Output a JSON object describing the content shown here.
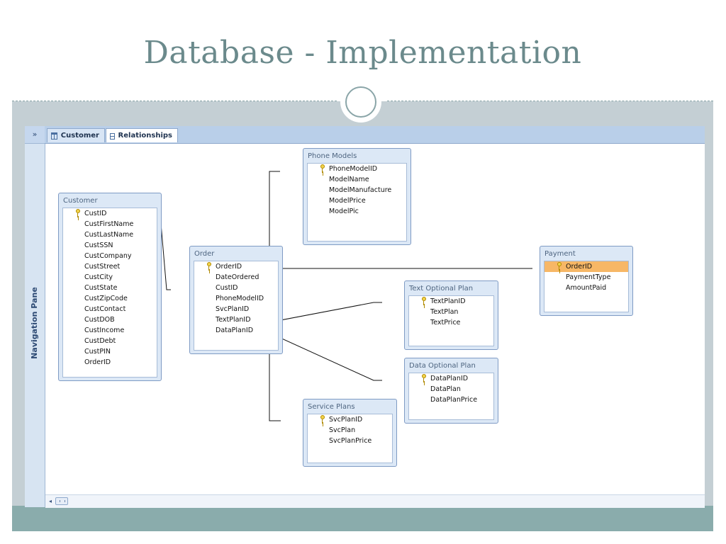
{
  "slide": {
    "title": "Database - Implementation"
  },
  "app": {
    "nav_toggle": "»",
    "nav_label": "Navigation Pane",
    "tabs": [
      {
        "label": "Customer",
        "icon": "table-icon"
      },
      {
        "label": "Relationships",
        "icon": "relationships-icon"
      }
    ],
    "scroll_left": "◂"
  },
  "tables": [
    {
      "id": "customer",
      "title": "Customer",
      "fields": [
        "CustID",
        "CustFirstName",
        "CustLastName",
        "CustSSN",
        "CustCompany",
        "CustStreet",
        "CustCity",
        "CustState",
        "CustZipCode",
        "CustContact",
        "CustDOB",
        "CustIncome",
        "CustDebt",
        "CustPIN",
        "OrderID"
      ],
      "key": "CustID"
    },
    {
      "id": "order",
      "title": "Order",
      "fields": [
        "OrderID",
        "DateOrdered",
        "CustID",
        "PhoneModelID",
        "SvcPlanID",
        "TextPlanID",
        "DataPlanID"
      ],
      "key": "OrderID"
    },
    {
      "id": "phone-models",
      "title": "Phone Models",
      "fields": [
        "PhoneModelID",
        "ModelName",
        "ModelManufacture",
        "ModelPrice",
        "ModelPic"
      ],
      "key": "PhoneModelID"
    },
    {
      "id": "payment",
      "title": "Payment",
      "fields": [
        "OrderID",
        "PaymentType",
        "AmountPaid"
      ],
      "key": "OrderID",
      "selected": "OrderID"
    },
    {
      "id": "text-optional-plan",
      "title": "Text Optional Plan",
      "fields": [
        "TextPlanID",
        "TextPlan",
        "TextPrice"
      ],
      "key": "TextPlanID"
    },
    {
      "id": "data-optional-plan",
      "title": "Data Optional Plan",
      "fields": [
        "DataPlanID",
        "DataPlan",
        "DataPlanPrice"
      ],
      "key": "DataPlanID"
    },
    {
      "id": "service-plans",
      "title": "Service Plans",
      "fields": [
        "SvcPlanID",
        "SvcPlan",
        "SvcPlanPrice"
      ],
      "key": "SvcPlanID"
    }
  ],
  "colors": {
    "accent": "#6b8a8c",
    "selection": "#f7b766",
    "footer": "#8aacac"
  }
}
